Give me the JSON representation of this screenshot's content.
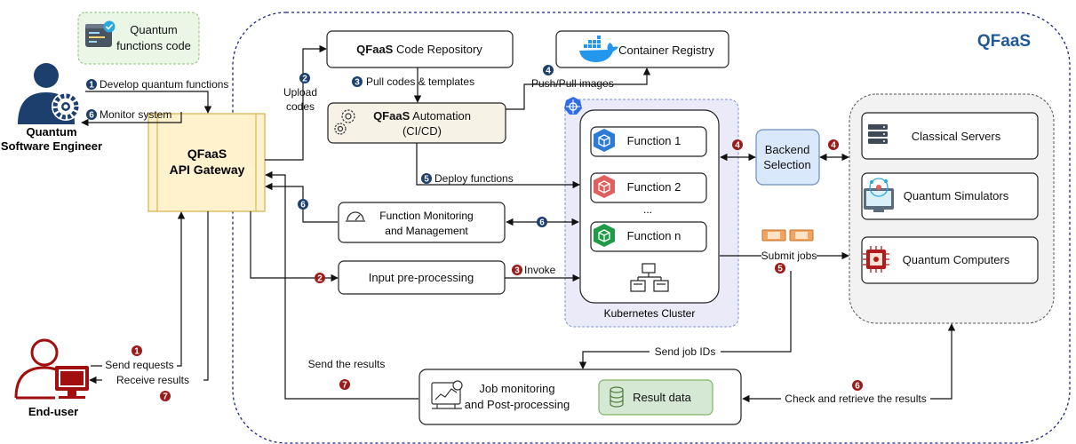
{
  "title": "QFaaS",
  "badge_code": {
    "line1": "Quantum",
    "line2": "functions code"
  },
  "engineer": {
    "line1": "Quantum",
    "line2": "Software Engineer"
  },
  "end_user": "End-user",
  "gateway": {
    "line1": "QFaaS",
    "line2": "API Gateway"
  },
  "code_repo": {
    "brand": "QFaaS",
    "rest": "Code Repository"
  },
  "automation": {
    "brand": "QFaaS",
    "rest": "Automation",
    "line2": "(CI/CD)"
  },
  "container_registry": "Container Registry",
  "monitoring": {
    "line1": "Function Monitoring",
    "line2": "and Management"
  },
  "preprocessing": "Input pre-processing",
  "functions": [
    "Function 1",
    "Function 2",
    "...",
    "Function n"
  ],
  "cluster_label": "Kubernetes Cluster",
  "backend": {
    "line1": "Backend",
    "line2": "Selection"
  },
  "backends": [
    "Classical Servers",
    "Quantum Simulators",
    "Quantum Computers"
  ],
  "job_monitoring": {
    "line1": "Job monitoring",
    "line2": "and Post-processing"
  },
  "result_data": "Result data",
  "steps": {
    "develop": "Develop quantum functions",
    "monitor": "Monitor system",
    "upload1": "Upload",
    "upload2": "codes",
    "pull": "Pull codes & templates",
    "push_pull": "Push/Pull images",
    "deploy": "Deploy functions",
    "invoke": "Invoke",
    "submit": "Submit jobs",
    "send_ids": "Send job IDs",
    "check": "Check and retrieve the results",
    "send_results": "Send the results",
    "send_requests": "Send requests",
    "receive": "Receive results"
  },
  "numbers": {
    "n1": "1",
    "n2": "2",
    "n3": "3",
    "n4": "4",
    "n5": "5",
    "n6": "6",
    "n7": "7"
  },
  "colors": {
    "blue_badge": "#1c3f6e",
    "red_badge": "#9b1b1b",
    "gateway_fill": "#fff2cc",
    "gateway_border": "#d6b656",
    "cluster_fill": "#eaeaf8",
    "backend_fill": "#dae8fc",
    "result_fill": "#d5e8d4",
    "backends_fill": "#f2f2f2",
    "title_color": "#1f5a96",
    "engineer_icon": "#1c3f6e",
    "end_user_icon": "#a10f0f"
  }
}
